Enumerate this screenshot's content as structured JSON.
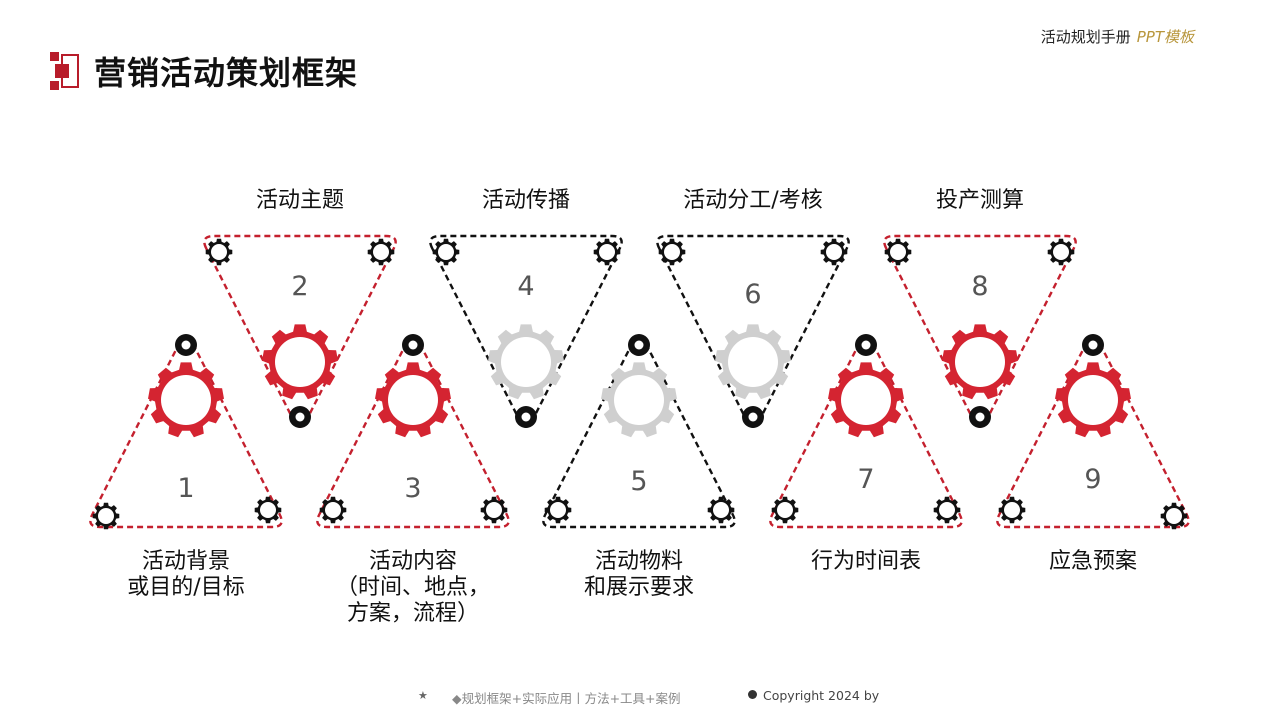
{
  "header": {
    "brand_main": "活动规划手册",
    "brand_accent": "PPT模板",
    "title": "营销活动策划框架"
  },
  "diagram": {
    "colors": {
      "red": "#c4202e",
      "red_gear": "#d42431",
      "black": "#111111",
      "gray_gear": "#cfcfcf"
    },
    "steps": [
      {
        "number": "1",
        "label_lines": [
          "活动背景",
          "或目的/目标"
        ],
        "style": "red"
      },
      {
        "number": "2",
        "label_lines": [
          "活动主题"
        ],
        "style": "red"
      },
      {
        "number": "3",
        "label_lines": [
          "活动内容",
          "（时间、地点，",
          "方案，流程）"
        ],
        "style": "red"
      },
      {
        "number": "4",
        "label_lines": [
          "活动传播"
        ],
        "style": "black"
      },
      {
        "number": "5",
        "label_lines": [
          "活动物料",
          "和展示要求"
        ],
        "style": "black"
      },
      {
        "number": "6",
        "label_lines": [
          "活动分工/考核"
        ],
        "style": "black"
      },
      {
        "number": "7",
        "label_lines": [
          "行为时间表"
        ],
        "style": "red"
      },
      {
        "number": "8",
        "label_lines": [
          "投产测算"
        ],
        "style": "red"
      },
      {
        "number": "9",
        "label_lines": [
          "应急预案"
        ],
        "style": "red"
      }
    ]
  },
  "footer": {
    "star": "★",
    "tagline": "◆规划框架+实际应用丨方法+工具+案例",
    "copyright": "Copyright 2024 by"
  }
}
